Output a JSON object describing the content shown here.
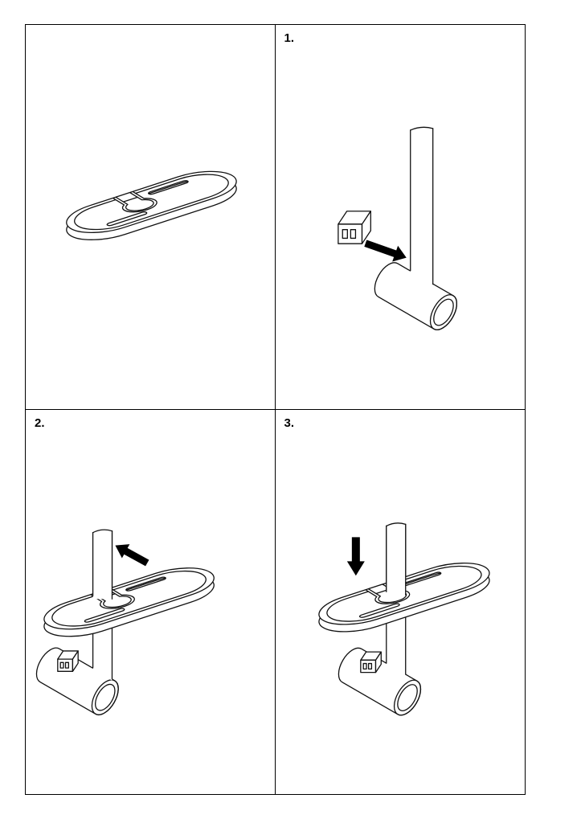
{
  "document": {
    "type": "assembly-instructions",
    "background": "#ffffff",
    "line_color": "#111111",
    "arrow_color": "#000000"
  },
  "panels": [
    {
      "name": "parts-overview",
      "label": "",
      "illustrates": "oval tray part with keyhole cutout and two oblong slots"
    },
    {
      "name": "step-1",
      "label": "1.",
      "illustrates": "clip pushed toward vertical pole above cylindrical base"
    },
    {
      "name": "step-2",
      "label": "2.",
      "illustrates": "tray slid onto pole from the side, arrow pointing up-left"
    },
    {
      "name": "step-3",
      "label": "3.",
      "illustrates": "tray pressed down the pole, arrow pointing down"
    }
  ]
}
